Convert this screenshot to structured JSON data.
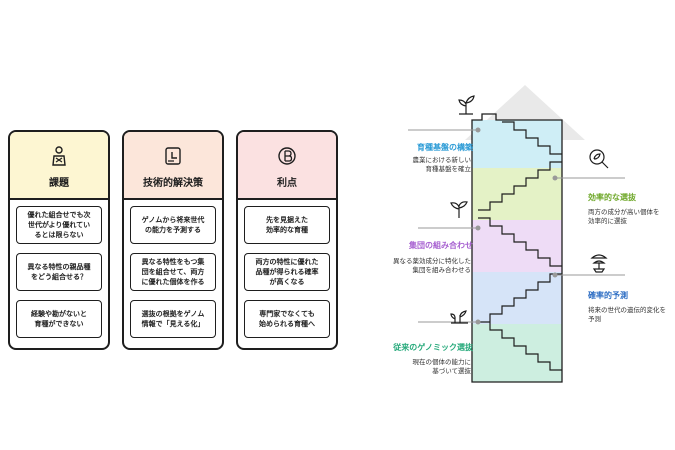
{
  "cards": [
    {
      "title": "課題",
      "icon": "person-with-question-icon",
      "head_color": "#fdf6d2",
      "items": [
        "優れた組合せでも次\n世代がより優れてい\nるとは限らない",
        "異なる特性の親品種\nをどう組合せる？",
        "経験や勘がないと\n育種ができない"
      ]
    },
    {
      "title": "技術的解決策",
      "icon": "document-analysis-icon",
      "head_color": "#fce6da",
      "items": [
        "ゲノムから将来世代\nの能力を予測する",
        "異なる特性をもつ集\n団を組合せて、両方\nに優れた個体を作る",
        "選抜の根拠をゲノム\n情報で「見える化」"
      ]
    },
    {
      "title": "利点",
      "icon": "bitcoin-icon",
      "head_color": "#fbe1e1",
      "items": [
        "先を見据えた\n効率的な育種",
        "両方の特性に優れた\n品種が得られる確率\nが高くなる",
        "専門家でなくても\n始められる育種へ"
      ]
    }
  ],
  "stairs": [
    {
      "title": "育種基盤の構築",
      "desc": "農業における新しい\n育種基盤を確立",
      "color": "#2b9bd6",
      "fill": "#cfeef6",
      "side": "left",
      "icon": "plant-growth-icon"
    },
    {
      "title": "効率的な選抜",
      "desc": "両方の成分が高い個体を\n効率的に選抜",
      "color": "#6fa82a",
      "fill": "#e4f2c6",
      "side": "right",
      "icon": "magnifier-leaf-icon"
    },
    {
      "title": "集団の組み合わせ",
      "desc": "異なる薬効成分に特化した\n集団を組み合わせる",
      "color": "#a65fd0",
      "fill": "#eedcf6",
      "side": "left",
      "icon": "sprout-icon"
    },
    {
      "title": "確率的予測",
      "desc": "将来の世代の遺伝的変化を\n予測",
      "color": "#2f6fc4",
      "fill": "#d6e4f8",
      "side": "right",
      "icon": "bonsai-tree-icon"
    },
    {
      "title": "従来のゲノミック選抜",
      "desc": "現在の個体の能力に\n基づいて選抜",
      "color": "#25a97a",
      "fill": "#cdeee0",
      "side": "left",
      "icon": "seedling-pot-icon"
    }
  ]
}
